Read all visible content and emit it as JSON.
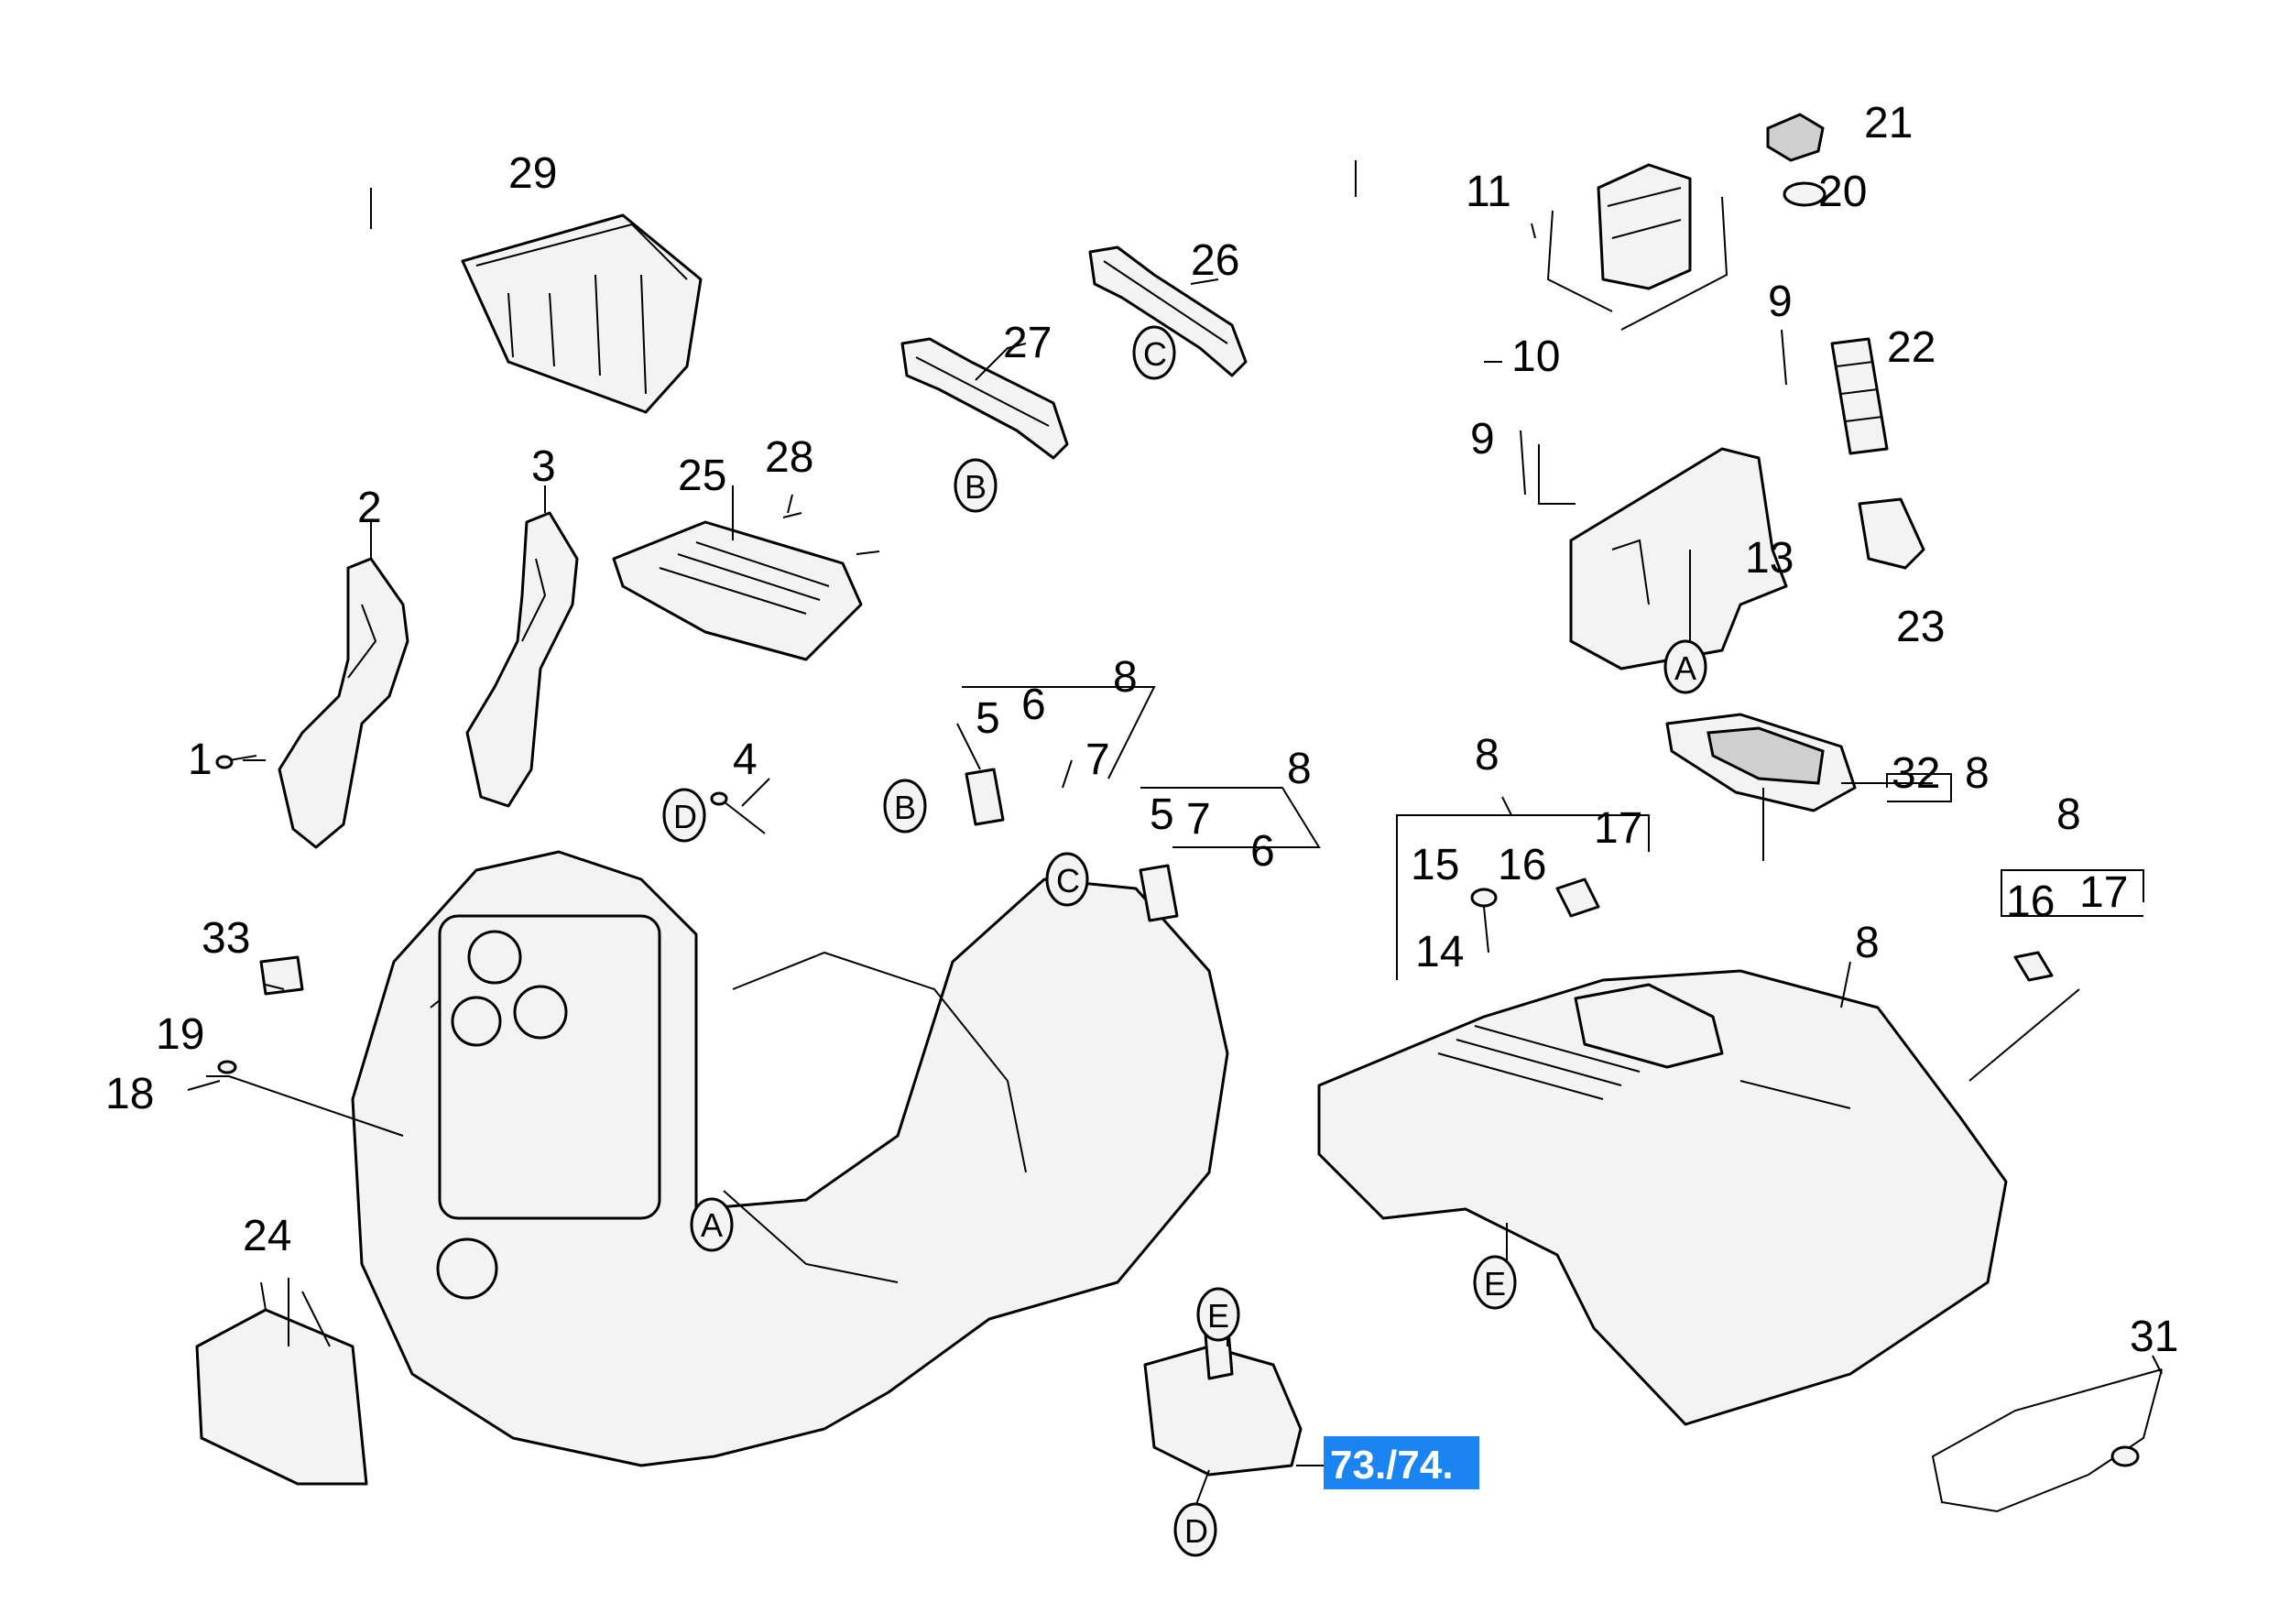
{
  "labels": {
    "p1": "1",
    "p2": "2",
    "p3": "3",
    "p4": "4",
    "p5a": "5",
    "p6a": "6",
    "p7a": "7",
    "p8a": "8",
    "p5b": "5",
    "p7b": "7",
    "p6b": "6",
    "p8b": "8",
    "p8c": "8",
    "p8d": "8",
    "p8e": "8",
    "p8f": "8",
    "p9a": "9",
    "p9b": "9",
    "p10": "10",
    "p11": "11",
    "p13": "13",
    "p14": "14",
    "p15": "15",
    "p16a": "16",
    "p16b": "16",
    "p17a": "17",
    "p17b": "17",
    "p18": "18",
    "p19": "19",
    "p20": "20",
    "p21": "21",
    "p22": "22",
    "p23": "23",
    "p24": "24",
    "p25": "25",
    "p26": "26",
    "p27": "27",
    "p28": "28",
    "p29": "29",
    "p31": "31",
    "p32": "32",
    "p33": "33"
  },
  "connectors": {
    "a_top": "A",
    "a_main": "A",
    "b_top": "B",
    "b_main": "B",
    "c_top": "C",
    "c_main": "C",
    "d_main": "D",
    "d_bottom": "D",
    "e_cover": "E",
    "e_valve": "E"
  },
  "highlight": {
    "text": "73./74.",
    "color": "#1a84f0"
  }
}
